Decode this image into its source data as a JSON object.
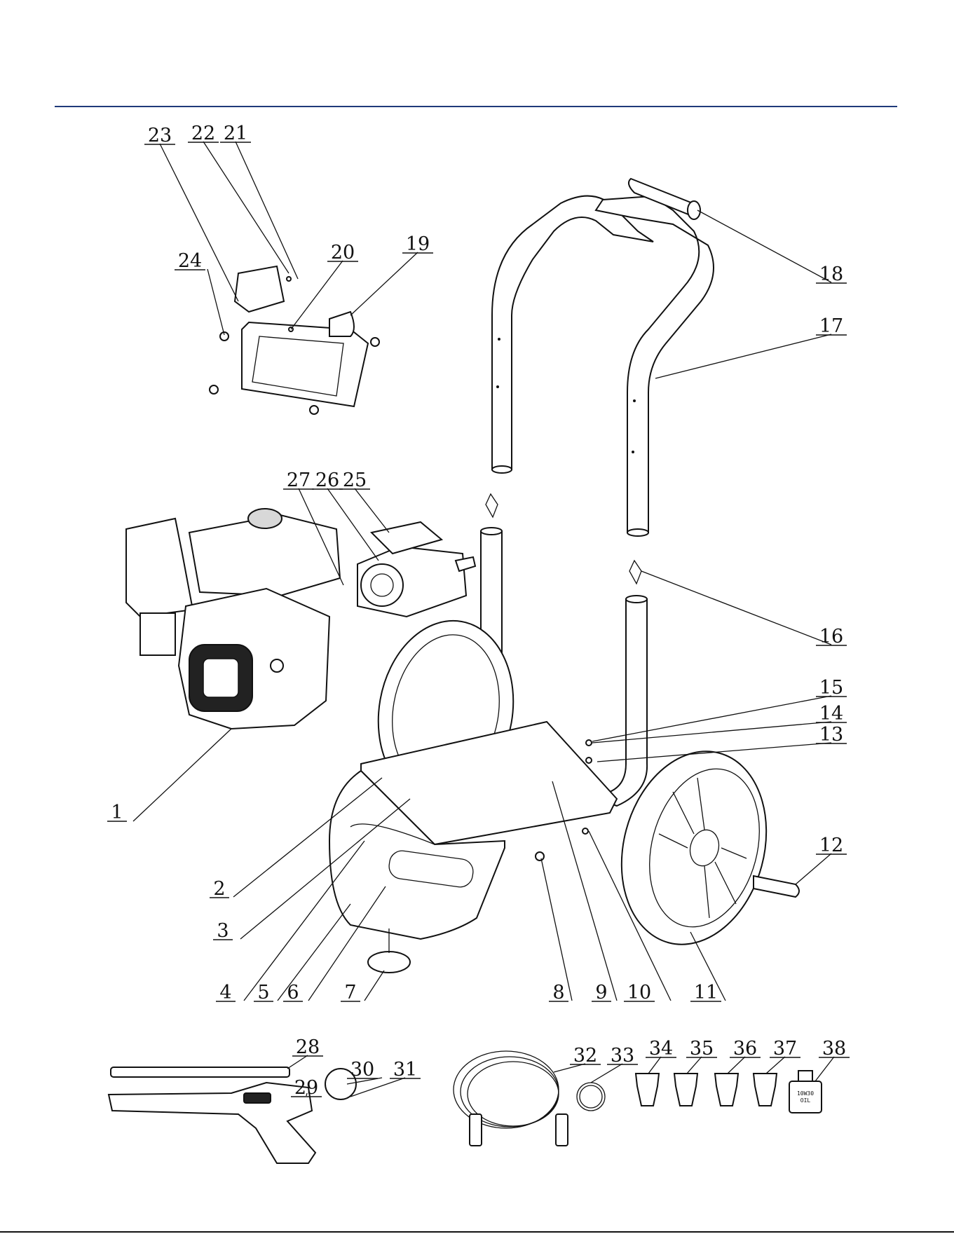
{
  "colors": {
    "header_rule": "#1f3a7a",
    "ink": "#111111",
    "bottom_rule": "#111111"
  },
  "callouts": [
    {
      "id": "1",
      "text": "1"
    },
    {
      "id": "2",
      "text": "2"
    },
    {
      "id": "3",
      "text": "3"
    },
    {
      "id": "4",
      "text": "4"
    },
    {
      "id": "5",
      "text": "5"
    },
    {
      "id": "6",
      "text": "6"
    },
    {
      "id": "7",
      "text": "7"
    },
    {
      "id": "8",
      "text": "8"
    },
    {
      "id": "9",
      "text": "9"
    },
    {
      "id": "10",
      "text": "10"
    },
    {
      "id": "11",
      "text": "11"
    },
    {
      "id": "12",
      "text": "12"
    },
    {
      "id": "13",
      "text": "13"
    },
    {
      "id": "14",
      "text": "14"
    },
    {
      "id": "15",
      "text": "15"
    },
    {
      "id": "16",
      "text": "16"
    },
    {
      "id": "17",
      "text": "17"
    },
    {
      "id": "18",
      "text": "18"
    },
    {
      "id": "19",
      "text": "19"
    },
    {
      "id": "20",
      "text": "20"
    },
    {
      "id": "21",
      "text": "21"
    },
    {
      "id": "22",
      "text": "22"
    },
    {
      "id": "23",
      "text": "23"
    },
    {
      "id": "24",
      "text": "24"
    },
    {
      "id": "25",
      "text": "25"
    },
    {
      "id": "26",
      "text": "26"
    },
    {
      "id": "27",
      "text": "27"
    },
    {
      "id": "28",
      "text": "28"
    },
    {
      "id": "29",
      "text": "29"
    },
    {
      "id": "30",
      "text": "30"
    },
    {
      "id": "31",
      "text": "31"
    },
    {
      "id": "32",
      "text": "32"
    },
    {
      "id": "33",
      "text": "33"
    },
    {
      "id": "34",
      "text": "34"
    },
    {
      "id": "35",
      "text": "35"
    },
    {
      "id": "36",
      "text": "36"
    },
    {
      "id": "37",
      "text": "37"
    },
    {
      "id": "38",
      "text": "38"
    }
  ],
  "oil_bottle": {
    "line1": "10W30",
    "line2": "OIL"
  },
  "icons": {
    "engine": "engine-icon",
    "pump": "pump-icon",
    "wheel": "wheel-icon",
    "spray_gun": "spray-gun-icon",
    "hose": "hose-icon",
    "nozzle": "nozzle-icon",
    "oil_bottle": "oil-bottle-icon"
  }
}
